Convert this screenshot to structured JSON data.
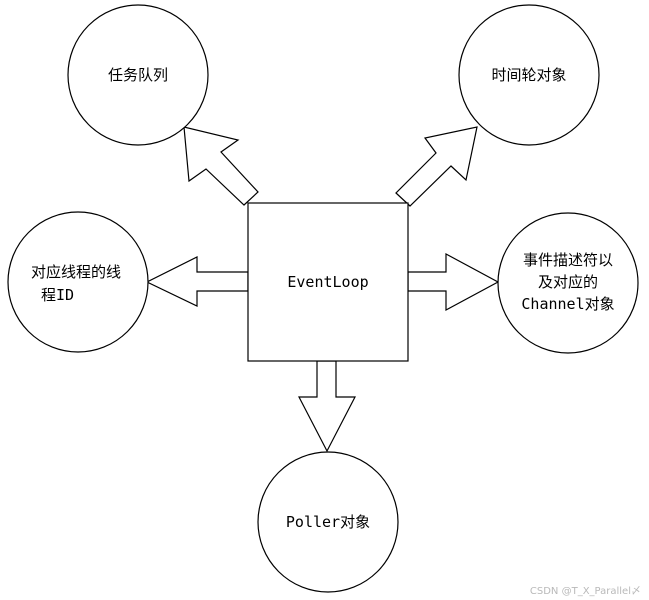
{
  "center": {
    "label": "EventLoop"
  },
  "nodes": {
    "task_queue": {
      "label": "任务队列"
    },
    "timer_wheel": {
      "label": "时间轮对象"
    },
    "thread_id": {
      "lines": [
        "对应线程的线",
        "程ID"
      ]
    },
    "channel": {
      "lines": [
        "事件描述符以",
        "及对应的",
        "Channel对象"
      ]
    },
    "poller": {
      "label": "Poller对象"
    }
  },
  "watermark": {
    "text": "CSDN @T_X_Parallel〆"
  }
}
